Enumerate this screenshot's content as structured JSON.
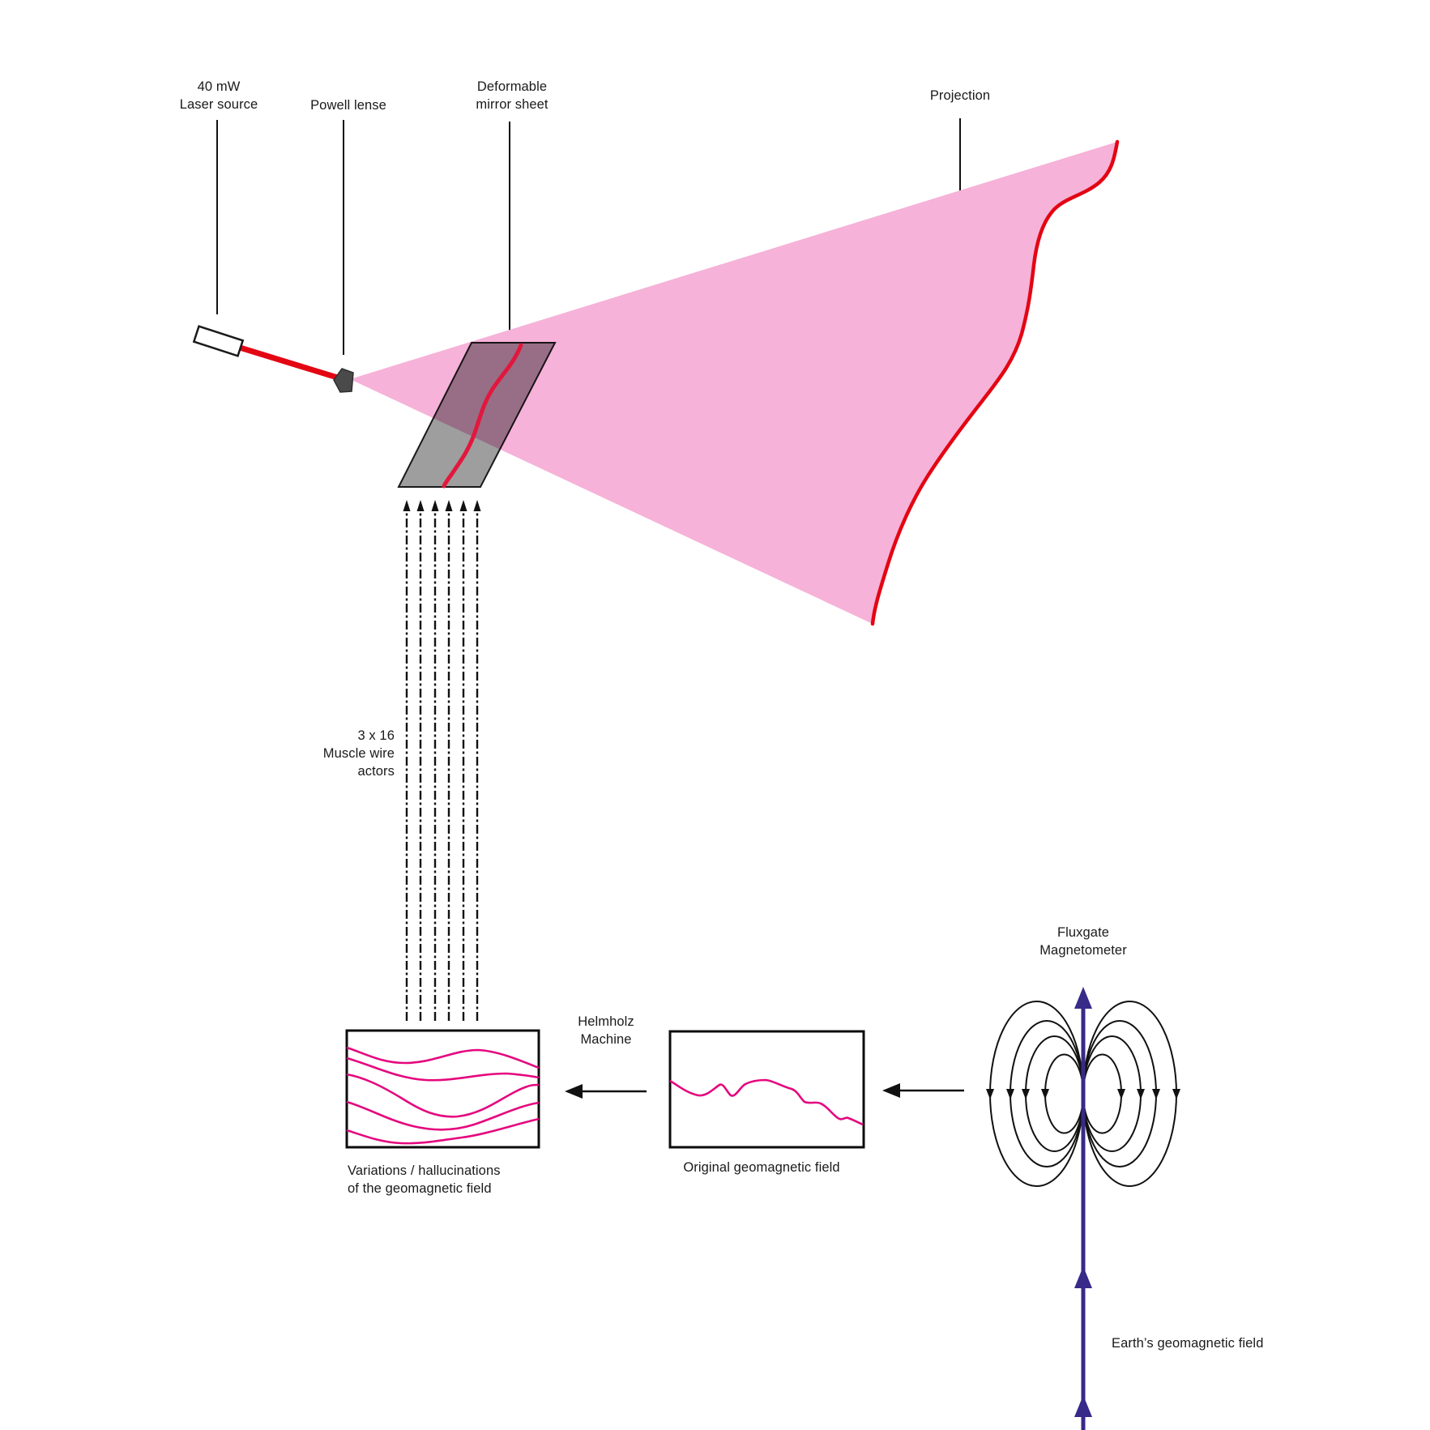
{
  "diagram": {
    "labels": {
      "laser": "40 mW\nLaser source",
      "powell": "Powell lense",
      "mirror": "Deformable\nmirror sheet",
      "projection": "Projection",
      "muscle_wire": "3 x 16\nMuscle wire\nactors",
      "helmholz": "Helmholz\nMachine",
      "variations": "Variations / hallucinations\nof the geomagnetic field",
      "original_field": "Original geomagnetic field",
      "fluxgate": "Fluxgate\nMagnetometer",
      "earth_field": "Earth’s geomagnetic field"
    },
    "colors": {
      "beam_red": "#e30613",
      "mirror_line_red": "#e2173d",
      "projection_pink": "#f6b2d8",
      "mirror_gray": "#9e9e9e",
      "wave_magenta": "#e5077e",
      "field_purple": "#372a88",
      "ink_black": "#111111"
    }
  }
}
